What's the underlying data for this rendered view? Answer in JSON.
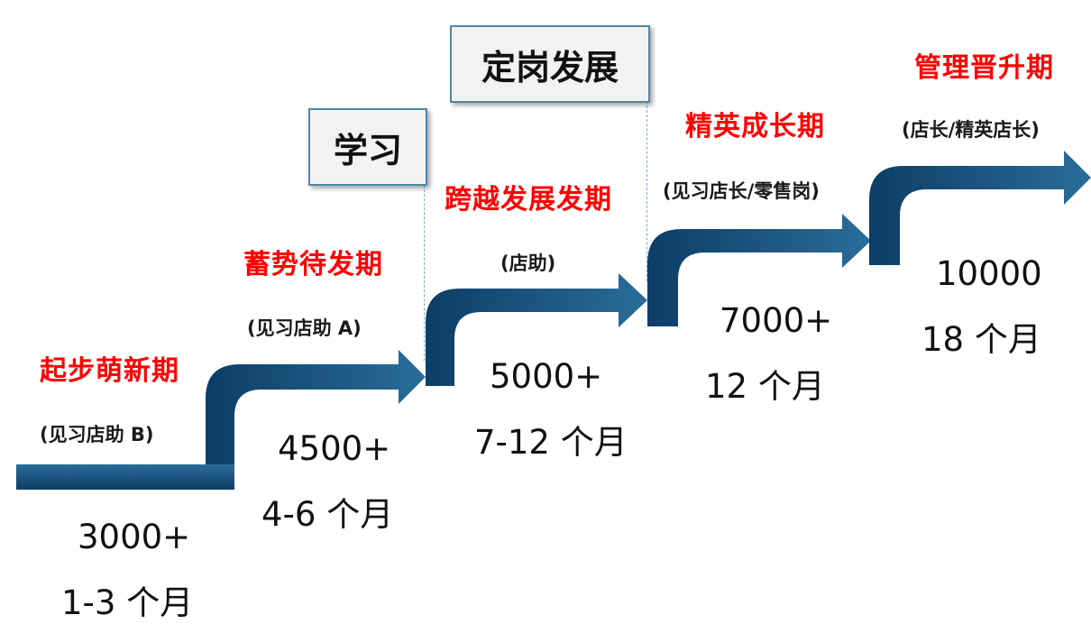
{
  "colors": {
    "stage_title": "#ff0000",
    "arrow_dark": "#0c3d66",
    "arrow_light": "#2a6d99",
    "box_border": "#4f86a7",
    "box_fill": "#f2f2f2"
  },
  "labels": {
    "learning": "学习",
    "settle": "定岗发展"
  },
  "stages": [
    {
      "title": "起步萌新期",
      "role": "(见习店助 B)",
      "salary": "3000+",
      "duration": "1-3 个月"
    },
    {
      "title": "蓄势待发期",
      "role": "(见习店助 A)",
      "salary": "4500+",
      "duration": "4-6 个月"
    },
    {
      "title": "跨越发展发期",
      "role": "(店助)",
      "salary": "5000+",
      "duration": "7-12 个月"
    },
    {
      "title": "精英成长期",
      "role": "(见习店长/零售岗)",
      "salary": "7000+",
      "duration": "12 个月"
    },
    {
      "title": "管理晋升期",
      "role": "(店长/精英店长)",
      "salary": "10000",
      "duration": "18 个月"
    }
  ]
}
